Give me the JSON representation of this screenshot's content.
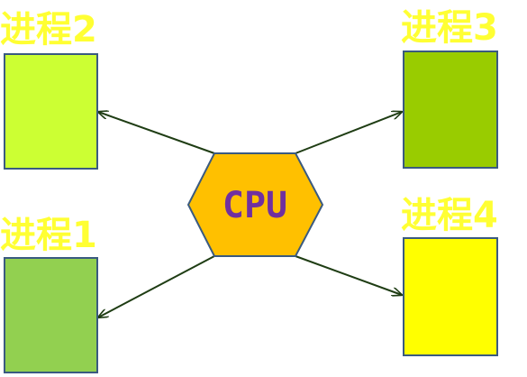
{
  "colors": {
    "label": "#ffff33",
    "box_border": "#3a5a80",
    "arrow": "#1f3d14",
    "cpu_fill": "#ffc000",
    "cpu_border": "#3a5a80",
    "cpu_text": "#7030a0"
  },
  "cpu": {
    "label": "CPU"
  },
  "processes": [
    {
      "id": "p2",
      "label": "进程2",
      "fill": "#ccff33"
    },
    {
      "id": "p3",
      "label": "进程3",
      "fill": "#99cc00"
    },
    {
      "id": "p1",
      "label": "进程1",
      "fill": "#92d050"
    },
    {
      "id": "p4",
      "label": "进程4",
      "fill": "#ffff00"
    }
  ]
}
